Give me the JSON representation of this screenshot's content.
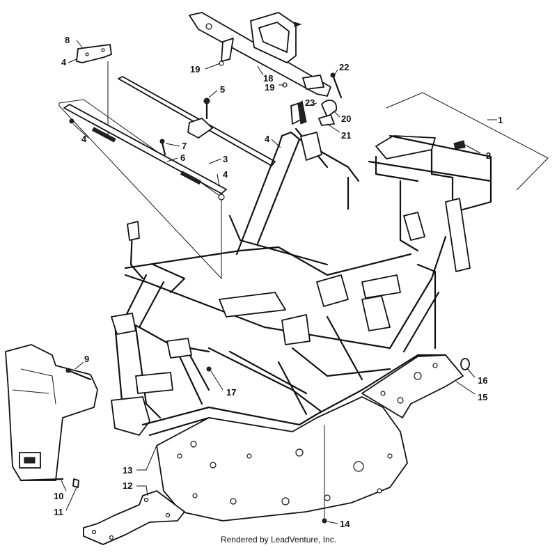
{
  "diagram": {
    "callouts": [
      {
        "id": "c1",
        "text": "1"
      },
      {
        "id": "c2",
        "text": "2"
      },
      {
        "id": "c3",
        "text": "3"
      },
      {
        "id": "c4a",
        "text": "4"
      },
      {
        "id": "c4b",
        "text": "4"
      },
      {
        "id": "c4c",
        "text": "4"
      },
      {
        "id": "c4d",
        "text": "4"
      },
      {
        "id": "c5",
        "text": "5"
      },
      {
        "id": "c6",
        "text": "6"
      },
      {
        "id": "c7",
        "text": "7"
      },
      {
        "id": "c8",
        "text": "8"
      },
      {
        "id": "c9",
        "text": "9"
      },
      {
        "id": "c10",
        "text": "10"
      },
      {
        "id": "c11",
        "text": "11"
      },
      {
        "id": "c12",
        "text": "12"
      },
      {
        "id": "c13",
        "text": "13"
      },
      {
        "id": "c14",
        "text": "14"
      },
      {
        "id": "c15",
        "text": "15"
      },
      {
        "id": "c16",
        "text": "16"
      },
      {
        "id": "c17",
        "text": "17"
      },
      {
        "id": "c18",
        "text": "18"
      },
      {
        "id": "c19a",
        "text": "19"
      },
      {
        "id": "c19b",
        "text": "19"
      },
      {
        "id": "c20",
        "text": "20"
      },
      {
        "id": "c21",
        "text": "21"
      },
      {
        "id": "c22",
        "text": "22"
      },
      {
        "id": "c23",
        "text": "23"
      }
    ],
    "footer": "Rendered by LeadVenture, Inc."
  }
}
